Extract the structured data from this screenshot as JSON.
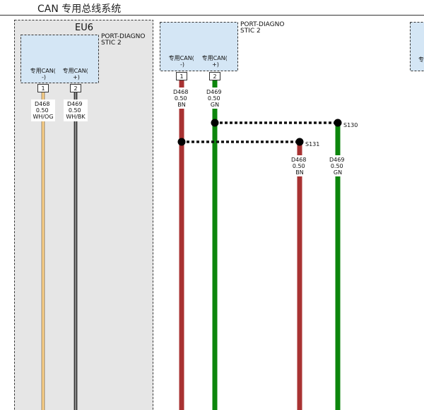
{
  "page": {
    "title": "CAN 专用总线系统"
  },
  "colors": {
    "module_bg": "#e6e6e6",
    "connector_bg": "#d4e6f5",
    "BN": "#a83232",
    "GN": "#0c860c",
    "WH_OG": "#f5a623",
    "WH_BK": "#111111",
    "splice_link": "#111111"
  },
  "module": {
    "name": "EU6"
  },
  "connectors": [
    {
      "id": "conn-eu6",
      "label_line1": "PORT-DIAGNO",
      "label_line2": "STIC 2",
      "in_module": true,
      "pins": [
        {
          "num": "1",
          "label_line1": "专用CAN(",
          "label_line2": "-)",
          "wire": {
            "code": "D468",
            "size": "0.50",
            "color": "WH/OG"
          }
        },
        {
          "num": "2",
          "label_line1": "专用CAN(",
          "label_line2": "+)",
          "wire": {
            "code": "D469",
            "size": "0.50",
            "color": "WH/BK"
          }
        }
      ]
    },
    {
      "id": "conn-diag",
      "label_line1": "PORT-DIAGNO",
      "label_line2": "STIC 2",
      "in_module": false,
      "pins": [
        {
          "num": "1",
          "label_line1": "专用CAN(",
          "label_line2": "-)",
          "wire": {
            "code": "D468",
            "size": "0.50",
            "color": "BN"
          }
        },
        {
          "num": "2",
          "label_line1": "专用CAN(",
          "label_line2": "+)",
          "wire": {
            "code": "D469",
            "size": "0.50",
            "color": "GN"
          }
        }
      ]
    },
    {
      "id": "conn-right",
      "label_line1": "",
      "label_line2": "",
      "in_module": false,
      "pins": [
        {
          "num": "",
          "label_line1": "专",
          "label_line2": "",
          "wire": null
        }
      ]
    }
  ],
  "splices": [
    {
      "id": "S130",
      "name": "S130",
      "wire": {
        "code": "D469",
        "size": "0.50",
        "color": "GN"
      }
    },
    {
      "id": "S131",
      "name": "S131",
      "wire": {
        "code": "D468",
        "size": "0.50",
        "color": "BN"
      }
    }
  ]
}
